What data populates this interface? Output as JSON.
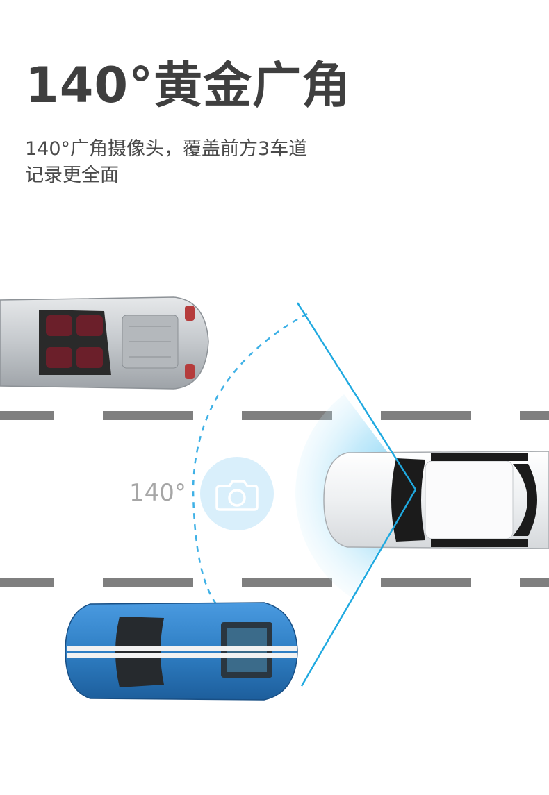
{
  "headline": "140°黄金广角",
  "subtitle": {
    "line1": "140°广角摄像头，覆盖前方3车道",
    "line2": "记录更全面"
  },
  "diagram": {
    "angle_label": "140°",
    "icons": [
      "camera-icon"
    ],
    "colors": {
      "beam": "#1fa9e0",
      "wedge_inner": "#2fb7ee",
      "lane_mark": "#808080",
      "silver_car": "#c9cccf",
      "white_car": "#f2f4f6",
      "blue_car": "#2f7fc4"
    }
  }
}
